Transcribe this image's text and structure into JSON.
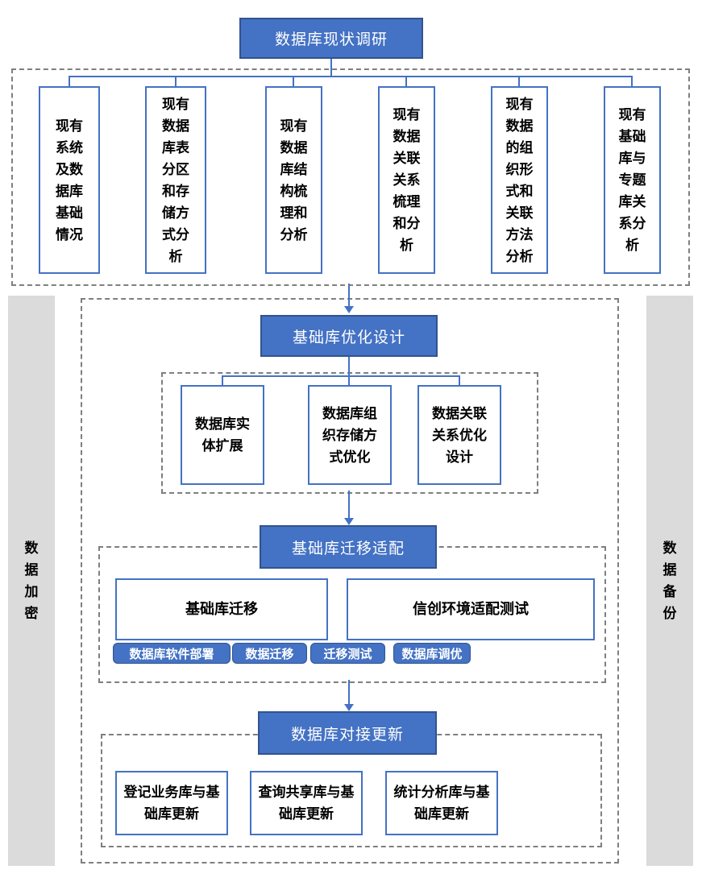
{
  "diagram": {
    "phase1": {
      "title": "数据库现状调研",
      "items": [
        "现有系统及数据库基础情况",
        "现有数据库表分区和存储方式分析",
        "现有数据库结构梳理和分析",
        "现有数据关联关系梳理和分析",
        "现有数据的组织形式和关联方法分析",
        "现有基础库与专题库关系分析"
      ]
    },
    "phase2": {
      "title": "基础库优化设计",
      "items": [
        "数据库实体扩展",
        "数据库组织存储方式优化",
        "数据关联关系优化设计"
      ]
    },
    "phase3": {
      "title": "基础库迁移适配",
      "items": [
        "基础库迁移",
        "信创环境适配测试"
      ],
      "chips": [
        "数据库软件部署",
        "数据迁移",
        "迁移测试",
        "数据库调优"
      ]
    },
    "phase4": {
      "title": "数据库对接更新",
      "items": [
        "登记业务库与基础库更新",
        "查询共享库与基础库更新",
        "统计分析库与基础库更新"
      ]
    },
    "sidebar_left": "数据加密",
    "sidebar_right": "数据备份",
    "colors": {
      "node_fill": "#4472C4",
      "node_border": "#31538F",
      "box_border": "#4472C4",
      "dashed_border": "#7F7F7F",
      "sidebar_fill": "#DBDBDB",
      "text": "#000000"
    }
  }
}
